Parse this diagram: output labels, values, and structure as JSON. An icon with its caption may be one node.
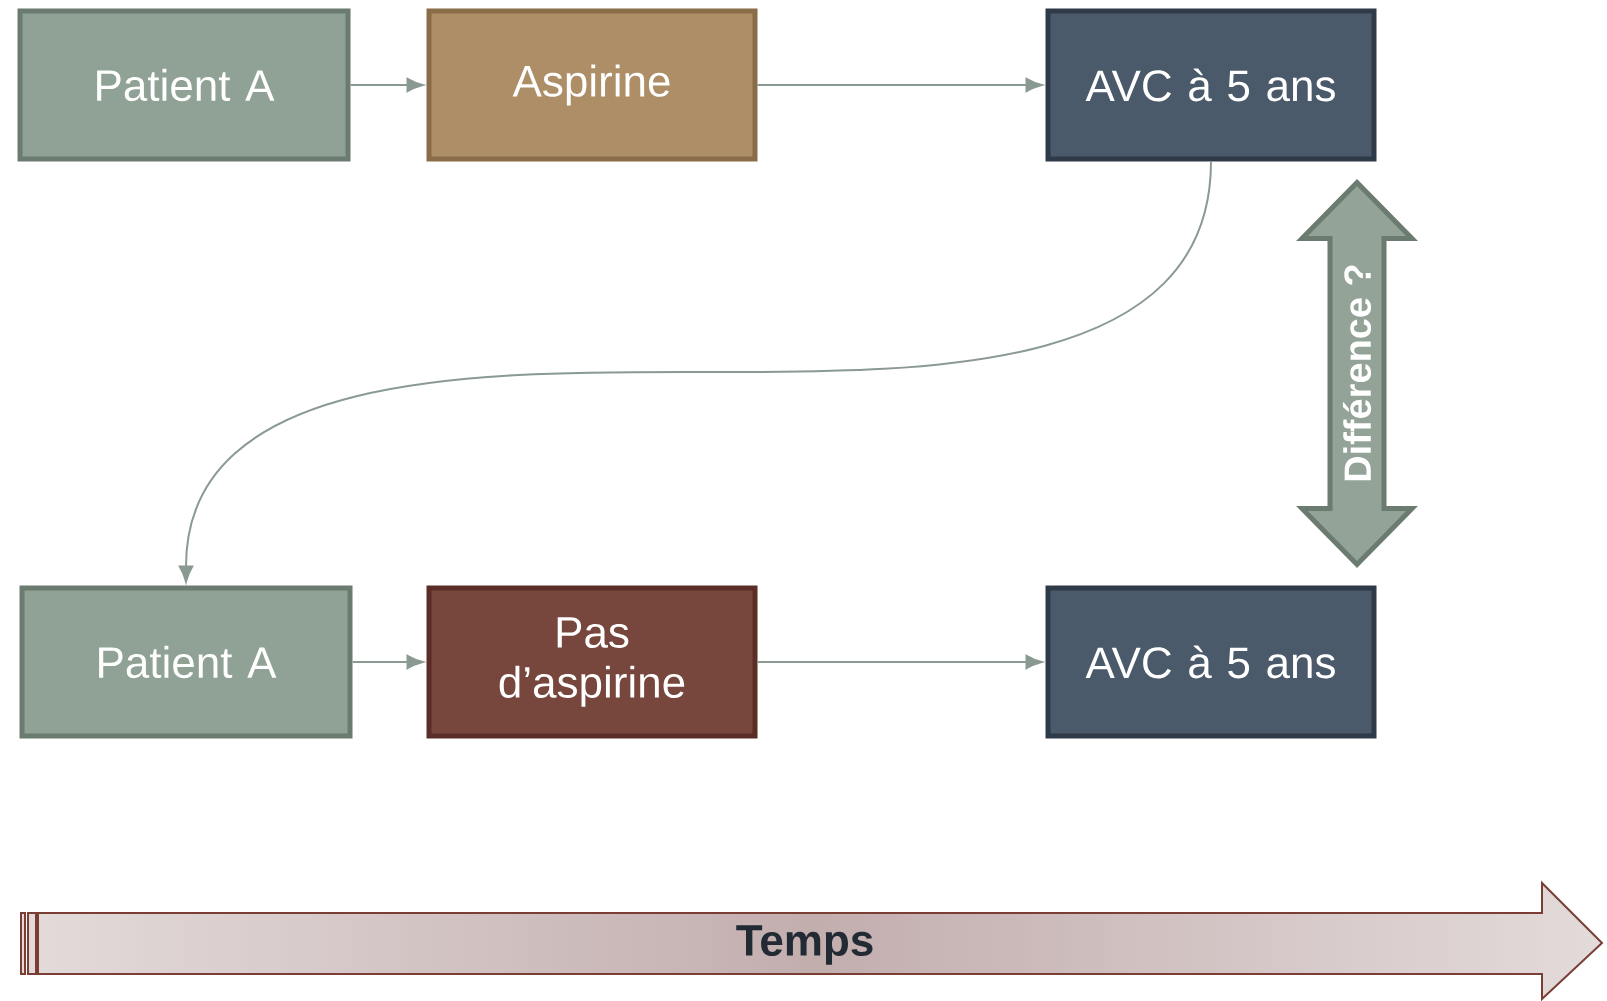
{
  "diagram": {
    "nodes": [
      {
        "text": [
          "Patient A"
        ]
      },
      {
        "text": [
          "Aspirine"
        ]
      },
      {
        "text": [
          "AVC à 5 ans"
        ]
      },
      {
        "text": [
          "Patient A"
        ]
      },
      {
        "text": [
          "Pas d’aspirine"
        ]
      },
      {
        "text": [
          "AVC à 5 ans"
        ]
      },
      {
        "text": [
          "Temps"
        ]
      }
    ],
    "edges": [
      {
        "from": 0,
        "to": 1,
        "arrow": "to"
      },
      {
        "from": 1,
        "to": 2,
        "arrow": "to"
      },
      {
        "from": 2,
        "to": 3,
        "arrow": "to"
      },
      {
        "from": 3,
        "to": 4,
        "arrow": "to"
      },
      {
        "from": 4,
        "to": 5,
        "arrow": "to"
      },
      {
        "from": 2,
        "to": 5,
        "arrow": "both",
        "label": "Différence ?",
        "style": "thick",
        "color": "#93a397"
      }
    ]
  }
}
